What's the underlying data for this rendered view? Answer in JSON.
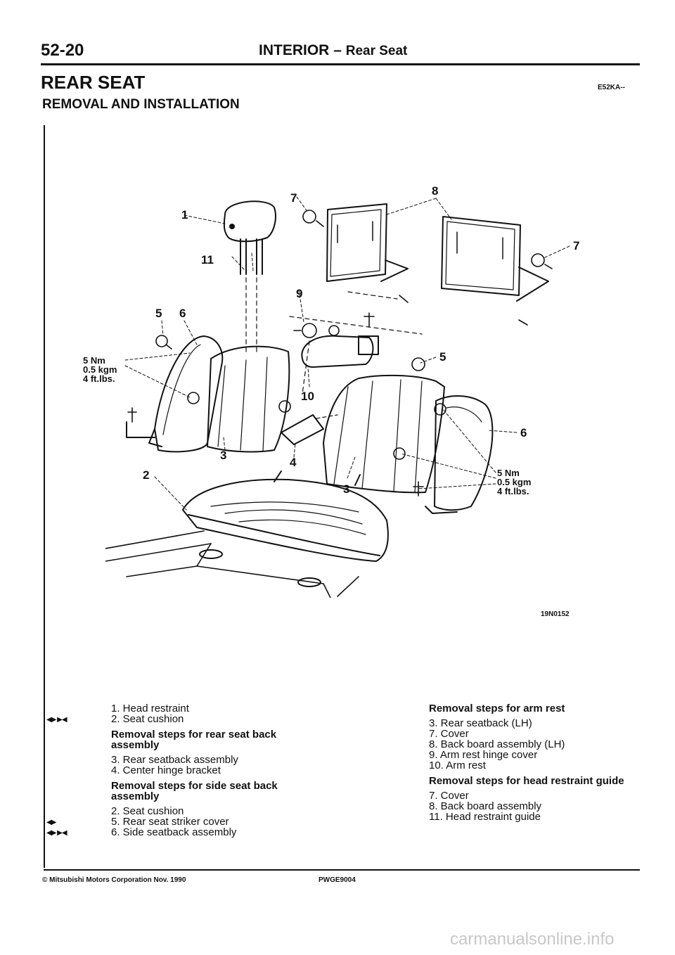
{
  "header": {
    "page_number": "52-20",
    "section": "INTERIOR",
    "separator": "–",
    "subsection": "Rear Seat"
  },
  "title": "REAR SEAT",
  "code": "E52KA--",
  "subtitle": "REMOVAL AND INSTALLATION",
  "figure": {
    "code": "19N0152",
    "callouts": {
      "c1": "1",
      "c2": "2",
      "c3a": "3",
      "c3b": "3",
      "c4": "4",
      "c5a": "5",
      "c5b": "5",
      "c6a": "6",
      "c6b": "6",
      "c7a": "7",
      "c7b": "7",
      "c8": "8",
      "c9": "9",
      "c10": "10",
      "c11": "11"
    },
    "torque_left": [
      "5 Nm",
      "0.5 kgm",
      "4 ft.lbs."
    ],
    "torque_right": [
      "5 Nm",
      "0.5 kgm",
      "4 ft.lbs."
    ]
  },
  "steps_left": {
    "item1": "1. Head restraint",
    "item2": "2. Seat cushion",
    "head1": "Removal steps for rear seat back assembly",
    "item3": "3. Rear seatback assembly",
    "item4": "4. Center hinge bracket",
    "head2": "Removal steps for side seat back assembly",
    "item5": "2. Seat cushion",
    "item6": "5. Rear seat striker cover",
    "item7": "6. Side seatback assembly",
    "mark_a": "◀▶ ▶◀",
    "mark_b": "◀▶",
    "mark_c": "◀▶ ▶◀"
  },
  "steps_right": {
    "head1": "Removal steps for arm rest",
    "item1": "3. Rear seatback (LH)",
    "item2": "7. Cover",
    "item3": "8. Back board assembly (LH)",
    "item4": "9. Arm rest hinge cover",
    "item5": "10. Arm rest",
    "head2": "Removal steps for head restraint guide",
    "item6": "7. Cover",
    "item7": "8. Back board assembly",
    "item8": "11. Head restraint guide"
  },
  "footer": {
    "copyright": "© Mitsubishi Motors Corporation   Nov. 1990",
    "code": "PWGE9004"
  },
  "watermark": "carmanualsonline.info"
}
